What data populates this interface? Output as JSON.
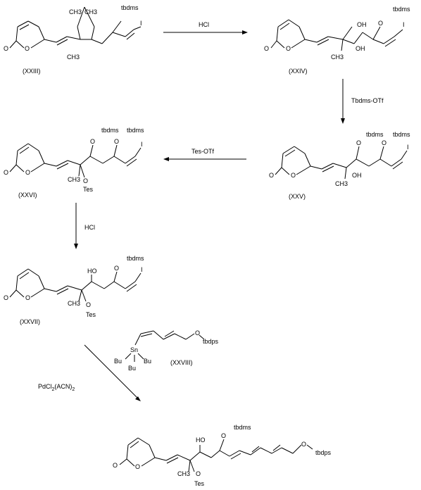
{
  "compounds": {
    "c23": {
      "label": "(XXIII)",
      "groups": {
        "methyl_a": "CH3",
        "methyl_b": "CH3",
        "methyl_c": "CH3",
        "silyl": "tbdms",
        "iodo": "I",
        "oxo": "O",
        "ring_o": "O"
      }
    },
    "c24": {
      "label": "(XXIV)",
      "groups": {
        "oh1": "OH",
        "oh2": "OH",
        "methyl": "CH3",
        "silyl": "tbdms",
        "iodo": "I",
        "oxo": "O",
        "ring_o": "O",
        "o_silyl": "O"
      }
    },
    "c25": {
      "label": "(XXV)",
      "groups": {
        "oh": "OH",
        "methyl": "CH3",
        "silyl1": "tbdms",
        "silyl2": "tbdms",
        "iodo": "I",
        "oxo": "O",
        "ring_o": "O",
        "o1": "O",
        "o2": "O"
      }
    },
    "c26": {
      "label": "(XXVI)",
      "groups": {
        "methyl": "CH3",
        "silyl1": "tbdms",
        "silyl2": "tbdms",
        "tes": "Tes",
        "iodo": "I",
        "oxo": "O",
        "ring_o": "O",
        "o1": "O",
        "o2": "O",
        "o3": "O"
      }
    },
    "c27": {
      "label": "(XXVII)",
      "groups": {
        "oh": "HO",
        "methyl": "CH3",
        "silyl": "tbdms",
        "tes": "Tes",
        "iodo": "I",
        "oxo": "O",
        "ring_o": "O",
        "o1": "O",
        "o2": "O"
      }
    },
    "c28": {
      "label": "(XXVIII)",
      "groups": {
        "sn": "Sn",
        "bu1": "Bu",
        "bu2": "Bu",
        "bu3": "Bu",
        "o": "O",
        "silyl": "tbdps"
      }
    },
    "product": {
      "groups": {
        "oh": "HO",
        "methyl": "CH3",
        "silyl1": "tbdms",
        "silyl2": "tbdps",
        "tes": "Tes",
        "oxo": "O",
        "ring_o": "O",
        "o1": "O",
        "o2": "O",
        "o3": "O"
      }
    }
  },
  "reagents": {
    "step1": "HCl",
    "step2": "Tbdms-OTf",
    "step3": "Tes-OTf",
    "step4": "HCl",
    "step5_main": "PdCl",
    "step5_sub1": "2",
    "step5_mid": "(ACN)",
    "step5_sub2": "2"
  }
}
